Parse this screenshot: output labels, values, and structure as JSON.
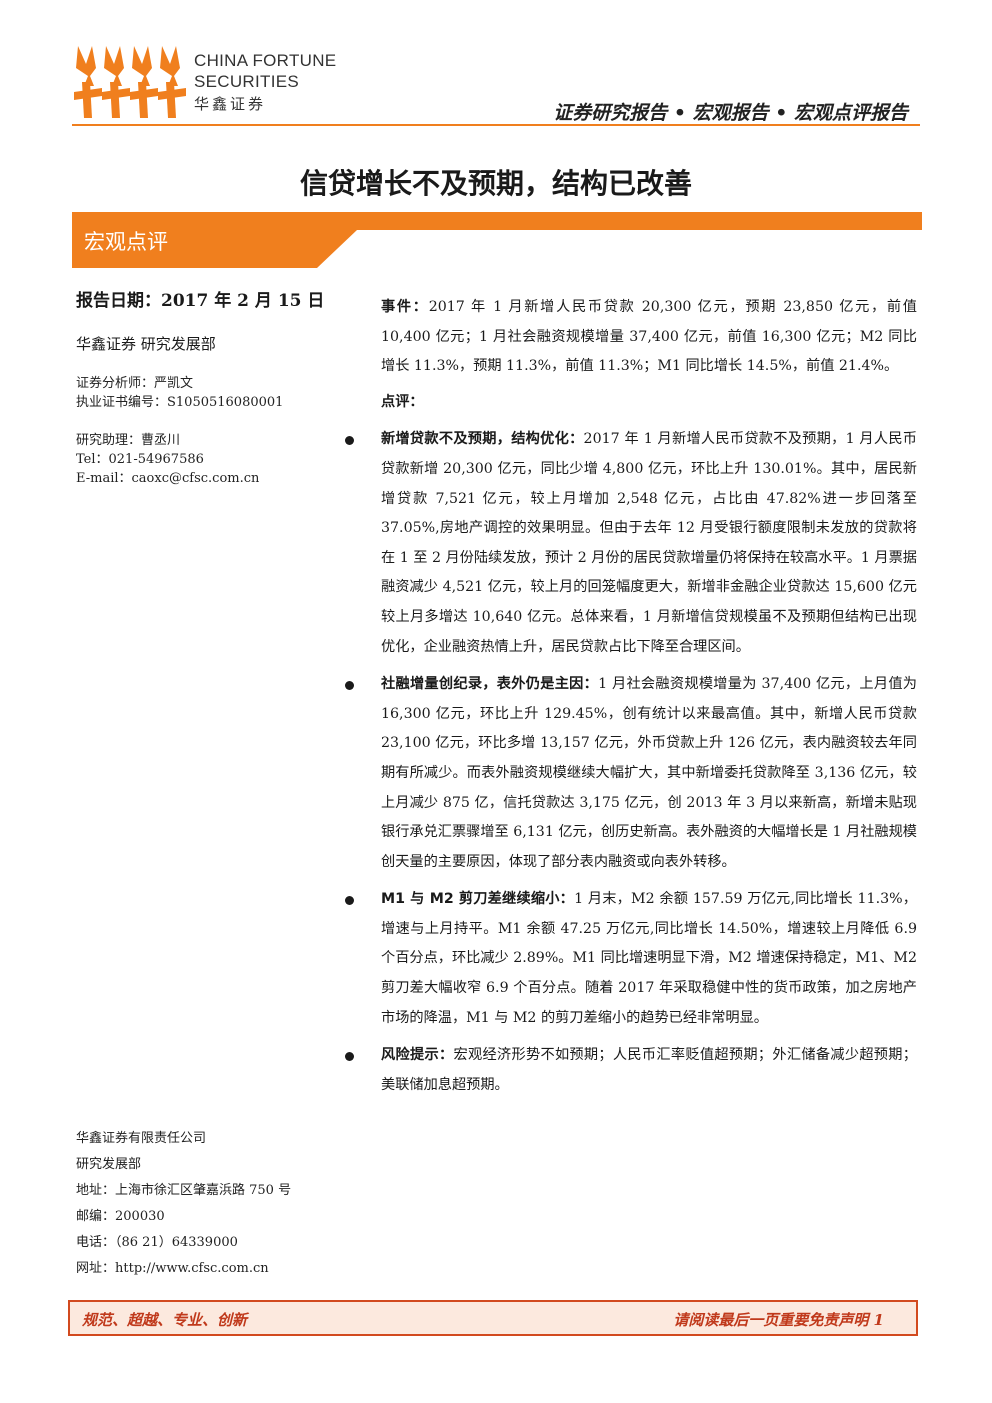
{
  "header": {
    "logo_text_en_line1": "CHINA FORTUNE",
    "logo_text_en_line2": "SECURITIES",
    "logo_text_cn": "华鑫证券",
    "category": "证券研究报告 • 宏观报告 • 宏观点评报告"
  },
  "title": "信贷增长不及预期，结构已改善",
  "section_label": "宏观点评",
  "left": {
    "report_date": "报告日期：2017 年 2 月 15 日",
    "dept": "华鑫证券  研究发展部",
    "analyst": "证券分析师：严凯文",
    "cert_no": "执业证书编号：S1050516080001",
    "assistant": "研究助理：曹丞川",
    "tel": "Tel：021-54967586",
    "email": "E-mail：caoxc@cfsc.com.cn",
    "company": {
      "name": "华鑫证券有限责任公司",
      "dept": "研究发展部",
      "address": "地址：上海市徐汇区肇嘉浜路 750 号",
      "postcode": "邮编：200030",
      "phone": "电话：（86 21）64339000",
      "website": "网址：http://www.cfsc.com.cn"
    }
  },
  "right": {
    "event_label": "事件：",
    "event_text": "2017 年 1 月新增人民币贷款 20,300 亿元，预期 23,850 亿元，前值 10,400 亿元；1 月社会融资规模增量 37,400 亿元，前值 16,300 亿元；M2 同比增长 11.3%，预期 11.3%，前值 11.3%；M1 同比增长 14.5%，前值 21.4%。",
    "comment_label": "点评：",
    "bullets": [
      {
        "heading": "新增贷款不及预期，结构优化：",
        "text": "2017 年 1 月新增人民币贷款不及预期，1 月人民币贷款新增 20,300 亿元，同比少增 4,800 亿元，环比上升 130.01%。其中，居民新增贷款 7,521 亿元，较上月增加 2,548 亿元，占比由 47.82%进一步回落至 37.05%,房地产调控的效果明显。但由于去年 12 月受银行额度限制未发放的贷款将在 1 至 2 月份陆续发放，预计 2 月份的居民贷款增量仍将保持在较高水平。1 月票据融资减少 4,521 亿元，较上月的回笼幅度更大，新增非金融企业贷款达 15,600 亿元较上月多增达 10,640 亿元。总体来看，1 月新增信贷规模虽不及预期但结构已出现优化，企业融资热情上升，居民贷款占比下降至合理区间。"
      },
      {
        "heading": "社融增量创纪录，表外仍是主因：",
        "text": "1 月社会融资规模增量为 37,400 亿元，上月值为 16,300 亿元，环比上升 129.45%，创有统计以来最高值。其中，新增人民币贷款 23,100 亿元，环比多增 13,157 亿元，外币贷款上升 126 亿元，表内融资较去年同期有所减少。而表外融资规模继续大幅扩大，其中新增委托贷款降至 3,136 亿元，较上月减少 875 亿，信托贷款达 3,175 亿元，创 2013 年 3 月以来新高，新增未贴现银行承兑汇票骤增至 6,131 亿元，创历史新高。表外融资的大幅增长是 1 月社融规模创天量的主要原因，体现了部分表内融资或向表外转移。"
      },
      {
        "heading": "M1 与 M2 剪刀差继续缩小：",
        "text": "1 月末，M2 余额 157.59 万亿元,同比增长 11.3%，增速与上月持平。M1 余额 47.25 万亿元,同比增长 14.50%，增速较上月降低 6.9 个百分点，环比减少 2.89%。M1 同比增速明显下滑，M2 增速保持稳定，M1、M2 剪刀差大幅收窄 6.9 个百分点。随着 2017 年采取稳健中性的货币政策，加之房地产市场的降温，M1 与 M2 的剪刀差缩小的趋势已经非常明显。"
      },
      {
        "heading": "风险提示：",
        "text": "宏观经济形势不如预期；人民币汇率贬值超预期；外汇储备减少超预期；美联储加息超预期。"
      }
    ]
  },
  "footer": {
    "slogan": "规范、超越、专业、创新",
    "note": "请阅读最后一页重要免责声明 1"
  },
  "colors": {
    "brand_orange": "#f07f1e",
    "footer_red": "#c0391b",
    "footer_bg": "#fce9de"
  }
}
